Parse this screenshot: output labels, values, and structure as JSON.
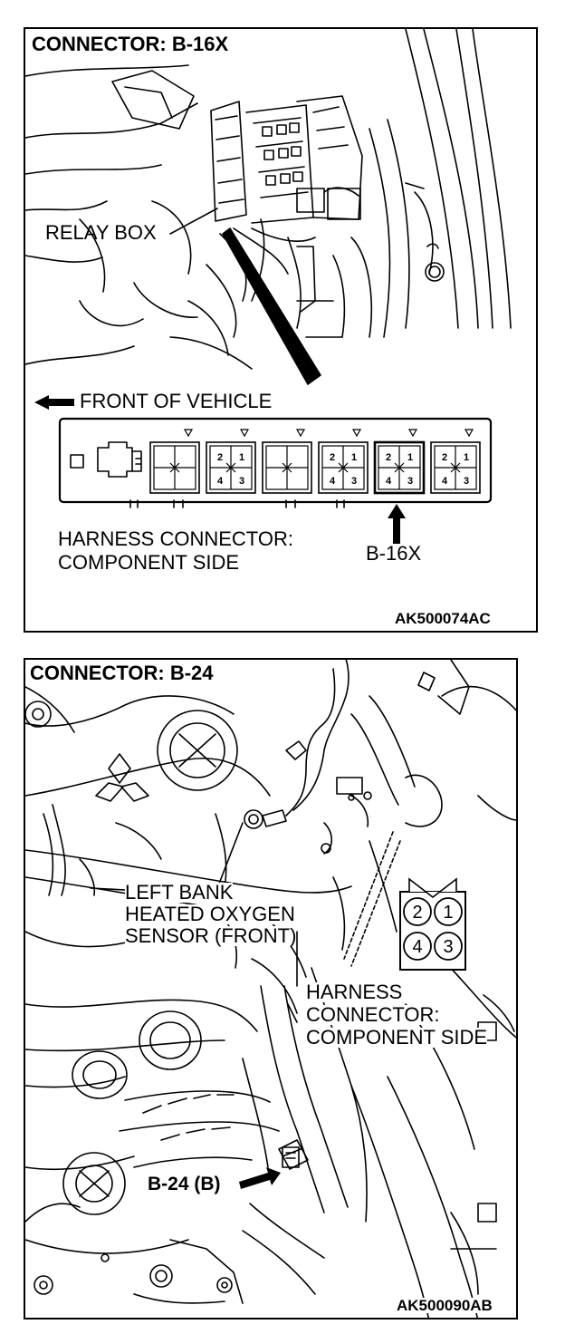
{
  "top": {
    "title": "CONNECTOR: B-16X",
    "relay_box_label": "RELAY BOX",
    "front_of_vehicle": "FRONT OF VEHICLE",
    "harness_line1": "HARNESS CONNECTOR:",
    "harness_line2": "COMPONENT SIDE",
    "connector_id": "B-16X",
    "ref_code": "AK500074AC",
    "pin_numbers": [
      "2",
      "1",
      "4",
      "3"
    ]
  },
  "bottom": {
    "title": "CONNECTOR: B-24",
    "sensor_line1": "LEFT BANK",
    "sensor_line2": "HEATED OXYGEN",
    "sensor_line3": "SENSOR (FRONT)",
    "harness_line1": "HARNESS",
    "harness_line2": "CONNECTOR:",
    "harness_line3": "COMPONENT SIDE",
    "connector_id": "B-24 (B)",
    "ref_code": "AK500090AB",
    "pin_numbers": [
      "2",
      "1",
      "4",
      "3"
    ]
  }
}
